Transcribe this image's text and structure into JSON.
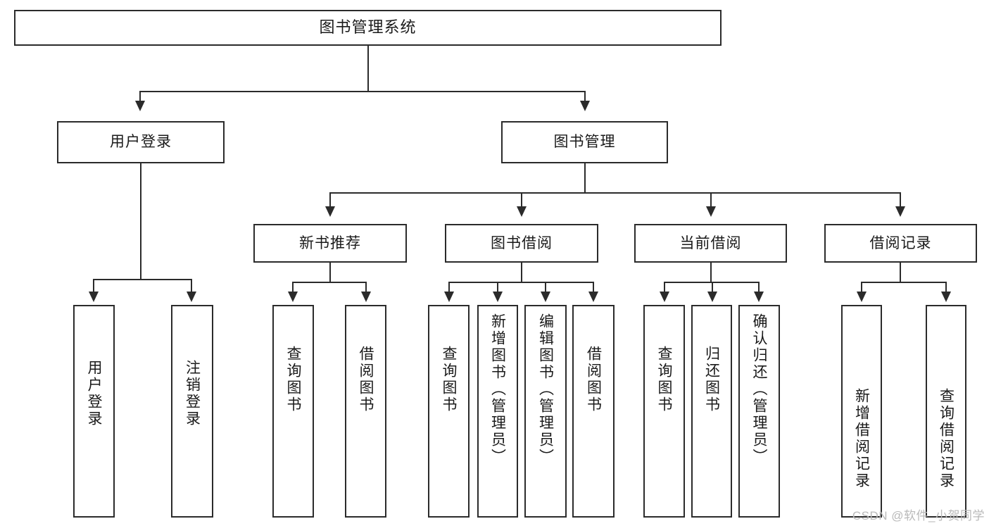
{
  "diagram": {
    "type": "tree-hierarchy",
    "title": "图书管理系统",
    "root": {
      "label": "图书管理系统"
    },
    "level1": [
      {
        "label": "用户登录"
      },
      {
        "label": "图书管理"
      }
    ],
    "level2": [
      {
        "label": "新书推荐"
      },
      {
        "label": "图书借阅"
      },
      {
        "label": "当前借阅"
      },
      {
        "label": "借阅记录"
      }
    ],
    "leaves": {
      "user_login": [
        {
          "label": "用户登录"
        },
        {
          "label": "注销登录"
        }
      ],
      "new_book_recommend": [
        {
          "label": "查询图书"
        },
        {
          "label": "借阅图书"
        }
      ],
      "book_borrow": [
        {
          "label": "查询图书"
        },
        {
          "label": "新增图书（管理员）"
        },
        {
          "label": "编辑图书（管理员）"
        },
        {
          "label": "借阅图书"
        }
      ],
      "current_borrow": [
        {
          "label": "查询图书"
        },
        {
          "label": "归还图书"
        },
        {
          "label": "确认归还（管理员）"
        }
      ],
      "borrow_record": [
        {
          "label": "新增借阅记录"
        },
        {
          "label": "查询借阅记录"
        }
      ]
    }
  },
  "watermark": {
    "text": "CSDN @软件_小贺同学"
  },
  "colors": {
    "stroke": "#2b2b2b",
    "background": "#ffffff",
    "text": "#1a1a1a",
    "watermark": "#b9b9b9"
  }
}
